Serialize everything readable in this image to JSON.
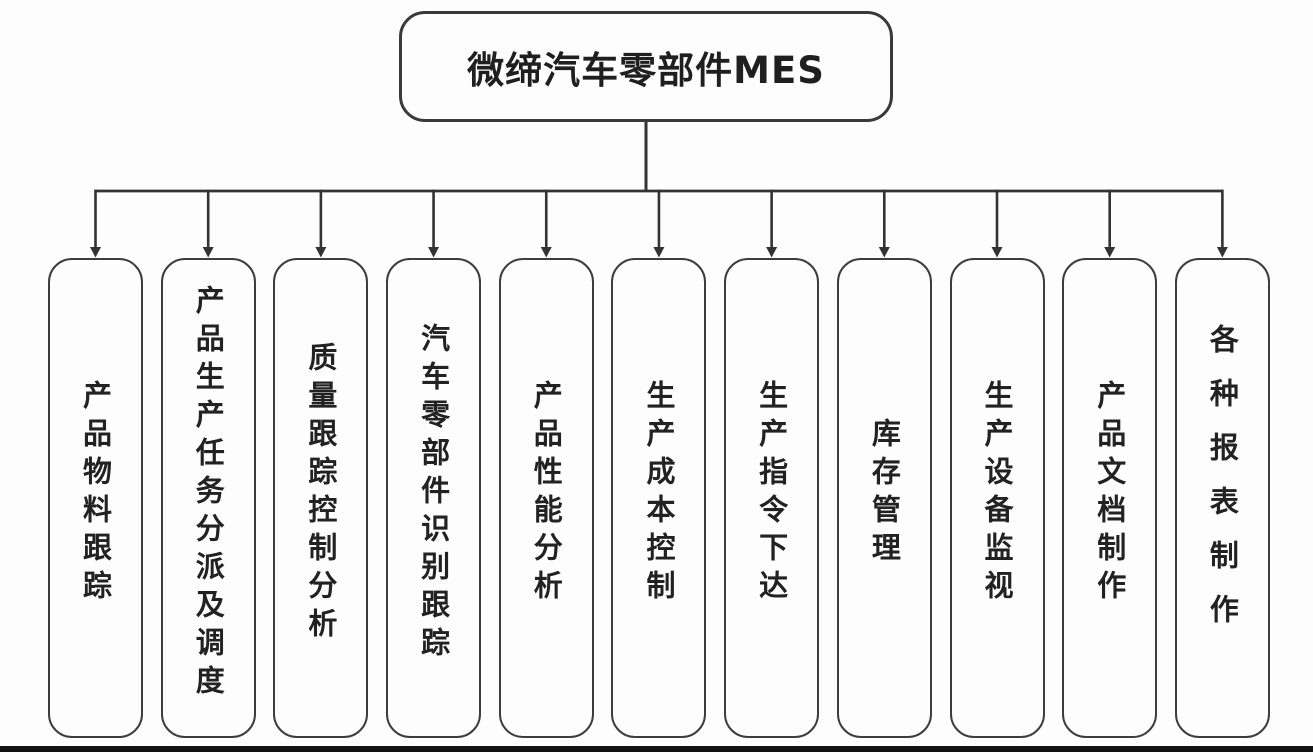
{
  "diagram": {
    "root": {
      "label": "微缔汽车零部件MES"
    },
    "children": [
      {
        "label": "产品物料跟踪"
      },
      {
        "label": "产品生产任务分派及调度"
      },
      {
        "label": "质量跟踪控制分析"
      },
      {
        "label": "汽车零部件识别跟踪"
      },
      {
        "label": "产品性能分析"
      },
      {
        "label": "生产成本控制"
      },
      {
        "label": "生产指令下达"
      },
      {
        "label": "库存管理"
      },
      {
        "label": "生产设备监视"
      },
      {
        "label": "产品文档制作"
      },
      {
        "label": "各种报表制作"
      }
    ],
    "colors": {
      "line": "#333333",
      "box_border": "#3d3d3d",
      "text": "#222222",
      "background": "#fdfdfd",
      "bottom_bar": "#111111"
    }
  }
}
